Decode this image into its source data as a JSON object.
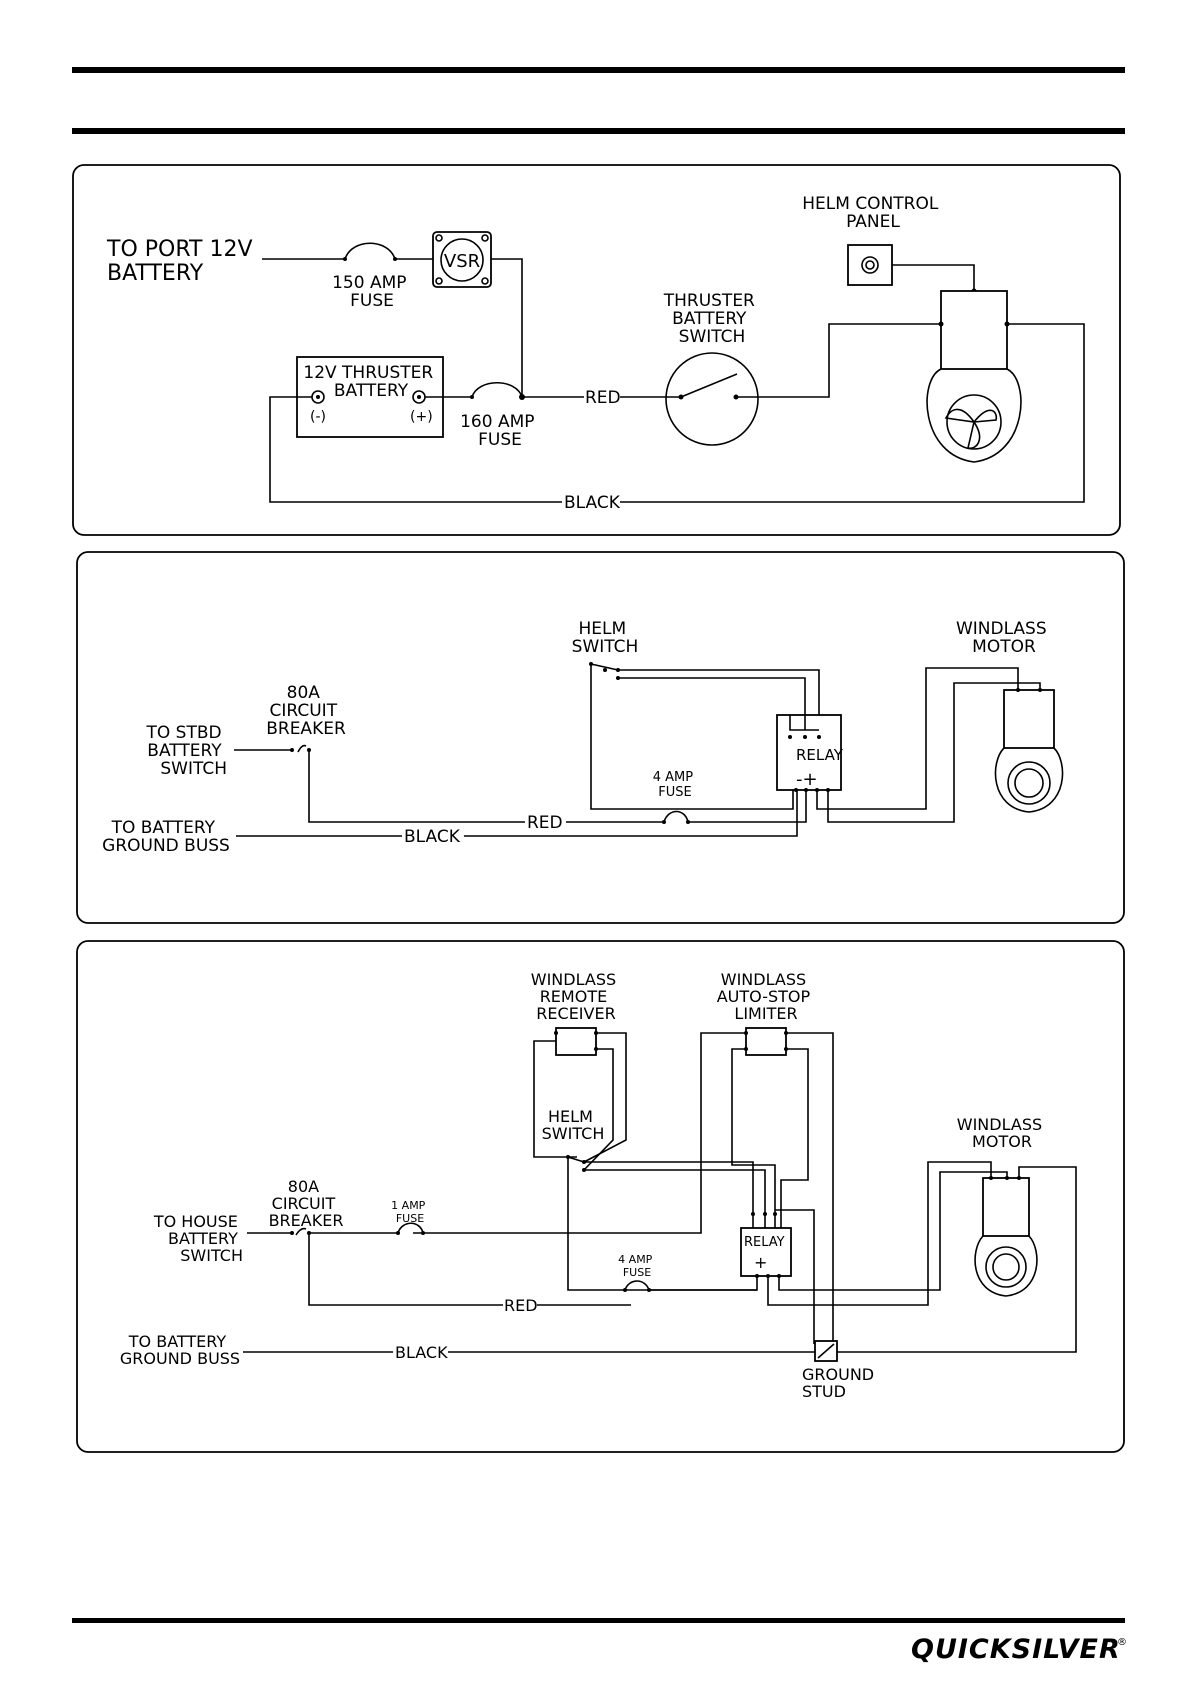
{
  "brand": {
    "logo_text": "QUICKSILVER",
    "registered_mark": "®"
  },
  "panel1": {
    "to_port_battery": [
      "TO PORT 12V",
      "BATTERY"
    ],
    "fuse_150": [
      "150 AMP",
      "FUSE"
    ],
    "vsr": "VSR",
    "helm_control_panel": [
      "HELM CONTROL",
      "PANEL"
    ],
    "thruster_battery_switch": [
      "THRUSTER",
      "BATTERY",
      "SWITCH"
    ],
    "thruster_battery": [
      "12V THRUSTER",
      "BATTERY"
    ],
    "terminal_neg": "(-)",
    "terminal_pos": "(+)",
    "fuse_160": [
      "160 AMP",
      "FUSE"
    ],
    "wire_red": "RED",
    "wire_black": "BLACK"
  },
  "panel2": {
    "helm_switch": [
      "HELM",
      "SWITCH"
    ],
    "windlass_motor": [
      "WINDLASS",
      "MOTOR"
    ],
    "circuit_breaker": [
      "80A",
      "CIRCUIT",
      "BREAKER"
    ],
    "to_stbd": [
      "TO STBD",
      "BATTERY",
      "SWITCH"
    ],
    "relay": "RELAY",
    "relay_terminals": "-+",
    "fuse_4": [
      "4 AMP",
      "FUSE"
    ],
    "wire_red": "RED",
    "to_ground": [
      "TO BATTERY",
      "GROUND BUSS"
    ],
    "wire_black": "BLACK"
  },
  "panel3": {
    "remote_receiver": [
      "WINDLASS",
      "REMOTE",
      "RECEIVER"
    ],
    "auto_stop": [
      "WINDLASS",
      "AUTO-STOP",
      "LIMITER"
    ],
    "helm_switch": [
      "HELM",
      "SWITCH"
    ],
    "windlass_motor": [
      "WINDLASS",
      "MOTOR"
    ],
    "circuit_breaker": [
      "80A",
      "CIRCUIT",
      "BREAKER"
    ],
    "fuse_1": [
      "1 AMP",
      "FUSE"
    ],
    "to_house": [
      "TO HOUSE",
      "BATTERY",
      "SWITCH"
    ],
    "relay": "RELAY",
    "relay_terminal": "+",
    "fuse_4": [
      "4 AMP",
      "FUSE"
    ],
    "wire_red": "RED",
    "to_ground": [
      "TO BATTERY",
      "GROUND BUSS"
    ],
    "wire_black": "BLACK",
    "ground_stud": [
      "GROUND",
      "STUD"
    ]
  }
}
